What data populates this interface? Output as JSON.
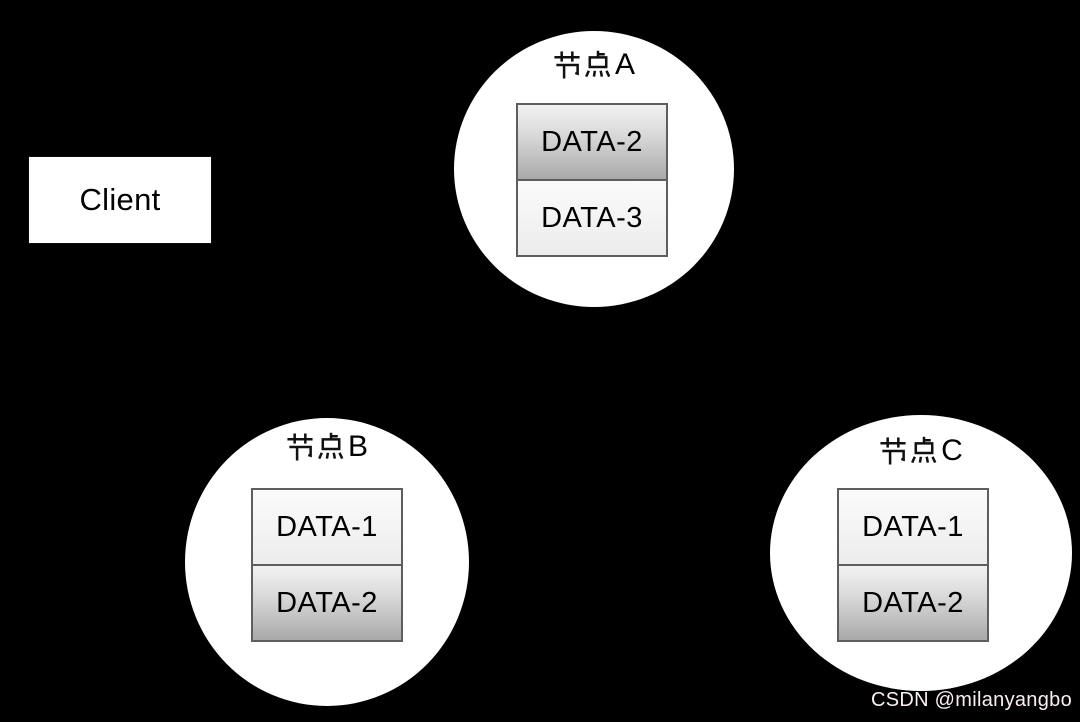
{
  "client": {
    "label": "Client"
  },
  "nodes": [
    {
      "id": "node-a",
      "label": "节点A",
      "label_prefix": "节点",
      "letter": "A",
      "stack": [
        {
          "text": "DATA-2"
        },
        {
          "text": "DATA-3"
        }
      ]
    },
    {
      "id": "node-b",
      "label": "节点B",
      "label_prefix": "节点",
      "letter": "B",
      "stack": [
        {
          "text": "DATA-1"
        },
        {
          "text": "DATA-2"
        }
      ]
    },
    {
      "id": "node-c",
      "label": "节点C",
      "label_prefix": "节点",
      "letter": "C",
      "stack": [
        {
          "text": "DATA-1"
        },
        {
          "text": "DATA-2"
        }
      ]
    }
  ],
  "diagram": {
    "arrow_icons": [
      "arrow-into-node-b-data2",
      "arrow-into-node-c-data2",
      "line-into-node-c"
    ]
  },
  "watermark": {
    "text": "CSDN @milanyangbo"
  },
  "colors": {
    "background": "#000000",
    "node_fill": "#ffffff",
    "box_border": "#5e5e5e",
    "box_light_top": "#fbfbfb",
    "box_light_bottom": "#ececec",
    "box_gradient_top": "#f2f2f2",
    "box_gradient_bottom": "#a9a9a9",
    "arrow": "#000000",
    "text": "#000000",
    "watermark_text": "#fbeff2"
  }
}
